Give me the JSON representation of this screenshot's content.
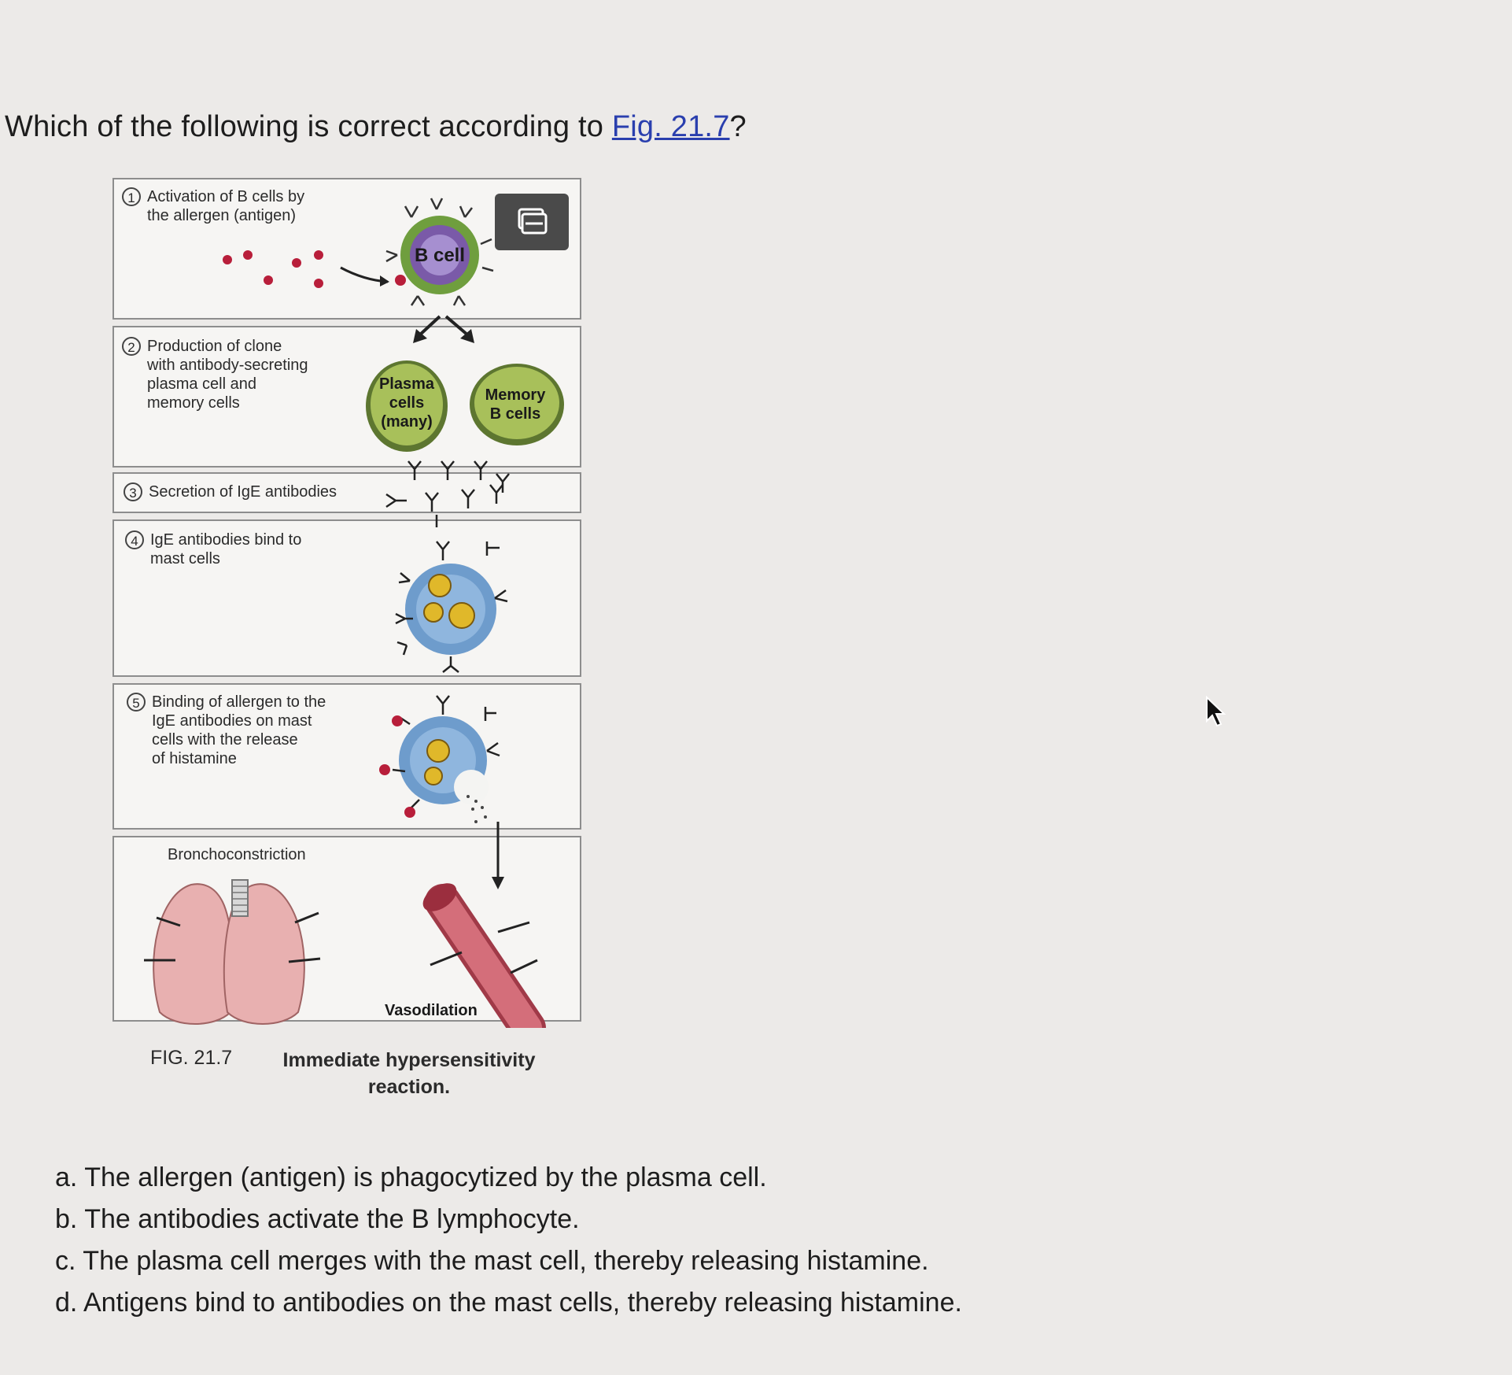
{
  "question": {
    "prefix": "Which of the following is correct according to ",
    "link": "Fig. 21.7",
    "suffix": "?"
  },
  "figure": {
    "steps": [
      {
        "num": "1",
        "text": [
          "Activation of B cells by",
          "the allergen (antigen)"
        ]
      },
      {
        "num": "2",
        "text": [
          "Production of clone",
          "with antibody-secreting",
          "plasma cell and",
          "memory cells"
        ]
      },
      {
        "num": "3",
        "text": [
          "Secretion of IgE antibodies"
        ]
      },
      {
        "num": "4",
        "text": [
          "IgE antibodies bind to",
          "mast cells"
        ]
      },
      {
        "num": "5",
        "text": [
          "Binding of allergen to the",
          "IgE antibodies on mast",
          "cells with the release",
          "of histamine"
        ]
      }
    ],
    "bottom_label": "Bronchoconstriction",
    "vessel_label": "Vasodilation",
    "cell_labels": {
      "b_cell": "B cell",
      "plasma": [
        "Plasma",
        "cells",
        "(many)"
      ],
      "memory": [
        "Memory",
        "B cells"
      ]
    },
    "caption_number": "FIG. 21.7",
    "caption_text": "Immediate hypersensitivity reaction."
  },
  "options": [
    {
      "letter": "a.",
      "text": "The allergen (antigen) is phagocytized by the plasma cell."
    },
    {
      "letter": "b.",
      "text": "The antibodies activate the B lymphocyte."
    },
    {
      "letter": "c.",
      "text": "The plasma cell merges with the mast cell, thereby releasing histamine."
    },
    {
      "letter": "d.",
      "text": "Antigens bind to antibodies on the mast cells, thereby releasing histamine."
    }
  ],
  "colors": {
    "link": "#2a3fae",
    "b_cell": "#7a5aa8",
    "plasma_cell": "#a8c05a",
    "mast_cell": "#6e9ccc",
    "lung": "#e8b0b0",
    "vessel": "#c85a66"
  },
  "icons": [
    "expand-image-icon",
    "mouse-pointer-icon"
  ]
}
